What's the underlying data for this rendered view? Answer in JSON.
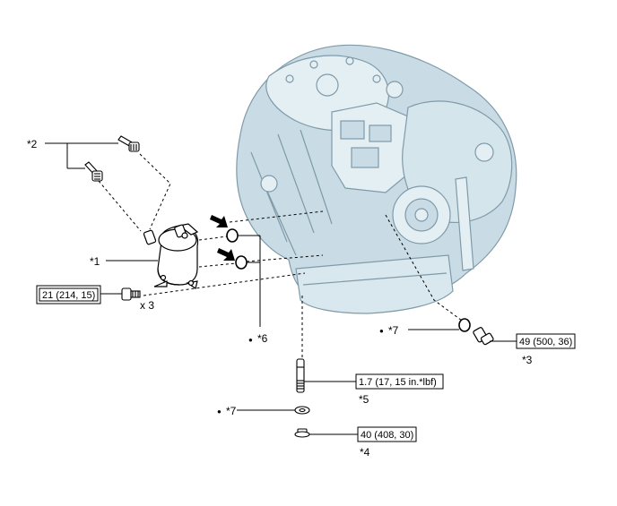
{
  "callouts": {
    "oil_cooler_tube": "*2",
    "oil_cooler": "*1",
    "o_rings": "*6",
    "gasket_upper": "*7",
    "plug": "*3",
    "stud": "*5",
    "gasket_lower": "*7",
    "drain_plug": "*4"
  },
  "torque": {
    "bolt": "21 (214, 15)",
    "plug": "49 (500, 36)",
    "stud": "1.7 (17, 15 in.*lbf)",
    "drain_plug": "40 (408, 30)"
  },
  "quantity": {
    "bolt": "x 3"
  },
  "symbols": {
    "non_reusable": "●"
  },
  "colors": {
    "transaxle_fill": "#c9dce6",
    "transaxle_light": "#e4eff4",
    "transaxle_stroke": "#7f9aa8",
    "line": "#000000",
    "arrow": "#000000"
  }
}
